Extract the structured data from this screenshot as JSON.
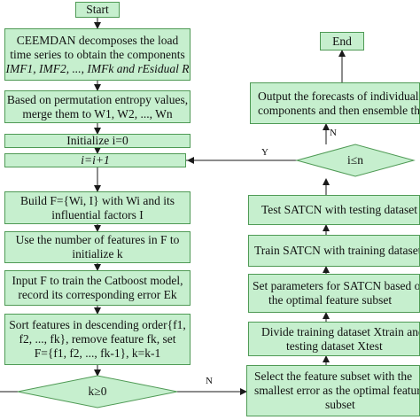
{
  "colors": {
    "box_fill": "#c6efce",
    "box_border": "#4f9a55",
    "line": "#1a1a1a"
  },
  "left": {
    "start": "Start",
    "ceemdan": [
      "CEEMDAN decomposes the load",
      "time series to obtain the components",
      "IMF1, IMF2, ..., IMFk and rEsidual R"
    ],
    "entropy": [
      "Based on permutation entropy values,",
      "merge them to W1, W2, ..., Wn"
    ],
    "init_i": "Initialize i=0",
    "increment": "i=i+1",
    "build": [
      "Build F={Wi, I} with Wi and its",
      "influential factors I"
    ],
    "init_k": [
      "Use the number of features in F to",
      "initialize k"
    ],
    "catboost": [
      "Input F to train the Catboost model,",
      "record its corresponding error Ek"
    ],
    "sort": [
      "Sort features in descending order{f1,",
      "f2, ..., fk}, remove feature fk, set",
      "F={f1, f2, ..., fk-1}, k=k-1"
    ],
    "decision": "k≥0"
  },
  "right": {
    "end": "End",
    "output": [
      "Output the forecasts of individual",
      "components and then ensemble the"
    ],
    "decision": "i≤n",
    "test": "Test SATCN with testing dataset",
    "train": "Train SATCN with training dataset",
    "params": [
      "Set parameters for SATCN based on",
      "the optimal feature subset"
    ],
    "divide": [
      "Divide training dataset Xtrain and",
      "testing dataset Xtest"
    ],
    "select": [
      "Select the feature subset with the",
      "smallest error as the optimal feature",
      "subset"
    ]
  },
  "edges": {
    "yes": "Y",
    "no_right": "N",
    "no_bottom": "N"
  }
}
